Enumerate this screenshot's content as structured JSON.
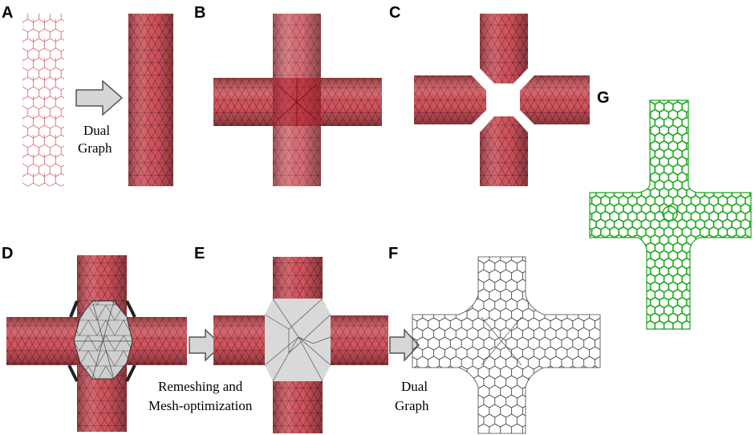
{
  "panels": {
    "a": "A",
    "b": "B",
    "c": "C",
    "d": "D",
    "e": "E",
    "f": "F",
    "g": "G"
  },
  "captions": {
    "dual_graph_top_line1": "Dual",
    "dual_graph_top_line2": "Graph",
    "remeshing_line1": "Remeshing and",
    "remeshing_line2": "Mesh-optimization",
    "dual_graph_bottom_line1": "Dual",
    "dual_graph_bottom_line2": "Graph"
  },
  "colors": {
    "mesh_fill": "#d2555e",
    "mesh_dark": "#b83a45",
    "mesh_line": "#5a1a20",
    "wire_red": "#d4707a",
    "wire_gray": "#333333",
    "wire_green": "#1aa51a",
    "junction_gray": "#c8c8c8",
    "arrow_fill": "#d6d6d6",
    "arrow_stroke": "#555555"
  },
  "icons": {
    "process_arrow": "right-arrow-icon"
  }
}
